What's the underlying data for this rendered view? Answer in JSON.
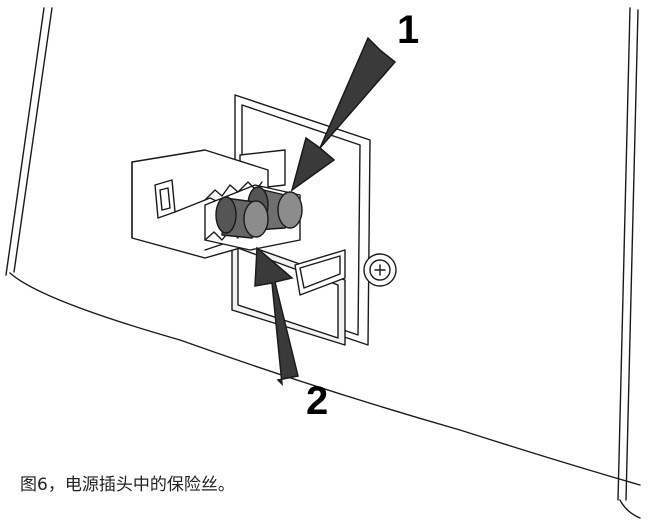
{
  "callouts": [
    {
      "label": "1",
      "target": "fuse-1"
    },
    {
      "label": "2",
      "target": "fuse-2"
    }
  ],
  "caption": "图6，电源插头中的保险丝。",
  "colors": {
    "line": "#1a1a1a",
    "fuse_body": "#666666",
    "fuse_cap": "#8c8c8c",
    "arrow": "#3a3a3a",
    "face": "#ffffff",
    "shadow": "#e6e6e6"
  }
}
